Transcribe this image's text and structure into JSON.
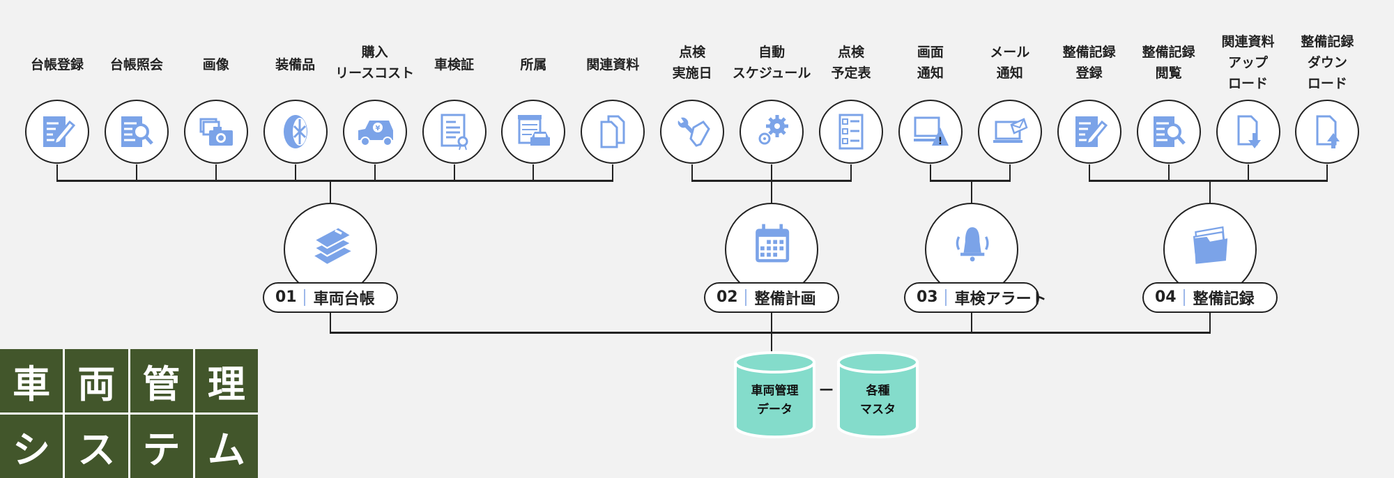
{
  "features": [
    {
      "lines": [
        "台帳登録"
      ],
      "icon": "edit-document-icon"
    },
    {
      "lines": [
        "台帳照会"
      ],
      "icon": "search-document-icon"
    },
    {
      "lines": [
        "画像"
      ],
      "icon": "camera-photos-icon"
    },
    {
      "lines": [
        "装備品"
      ],
      "icon": "tire-icon"
    },
    {
      "lines": [
        "購入",
        "リースコスト"
      ],
      "icon": "car-yen-icon"
    },
    {
      "lines": [
        "車検証"
      ],
      "icon": "certificate-icon"
    },
    {
      "lines": [
        "所属"
      ],
      "icon": "garage-car-icon"
    },
    {
      "lines": [
        "関連資料"
      ],
      "icon": "documents-icon"
    },
    {
      "lines": [
        "点検",
        "実施日"
      ],
      "icon": "wrench-handshake-icon"
    },
    {
      "lines": [
        "自動",
        "スケジュール"
      ],
      "icon": "gears-icon"
    },
    {
      "lines": [
        "点検",
        "予定表"
      ],
      "icon": "checklist-icon"
    },
    {
      "lines": [
        "画面",
        "通知"
      ],
      "icon": "monitor-warning-icon"
    },
    {
      "lines": [
        "メール",
        "通知"
      ],
      "icon": "laptop-mail-icon"
    },
    {
      "lines": [
        "整備記録",
        "登録"
      ],
      "icon": "edit-document-icon"
    },
    {
      "lines": [
        "整備記録",
        "閲覧"
      ],
      "icon": "search-document-icon"
    },
    {
      "lines": [
        "関連資料",
        "アップ",
        "ロード"
      ],
      "icon": "file-download-icon"
    },
    {
      "lines": [
        "整備記録",
        "ダウン",
        "ロード"
      ],
      "icon": "file-upload-icon"
    }
  ],
  "modules": [
    {
      "num": "01",
      "label": "車両台帳",
      "icon": "books-icon"
    },
    {
      "num": "02",
      "label": "整備計画",
      "icon": "calendar-icon"
    },
    {
      "num": "03",
      "label": "車検アラート",
      "icon": "alarm-bell-icon"
    },
    {
      "num": "04",
      "label": "整備記録",
      "icon": "folder-files-icon"
    }
  ],
  "databases": [
    {
      "lines": [
        "車両管理",
        "データ"
      ]
    },
    {
      "lines": [
        "各種",
        "マスタ"
      ]
    }
  ],
  "connector": "—",
  "logo": {
    "chars": [
      "車",
      "両",
      "管",
      "理",
      "シ",
      "ス",
      "テ",
      "ム"
    ]
  },
  "colors": {
    "icon": "#7ba3e8",
    "line": "#222222",
    "database": "#84dccb",
    "logo_bg": "#42562b"
  }
}
